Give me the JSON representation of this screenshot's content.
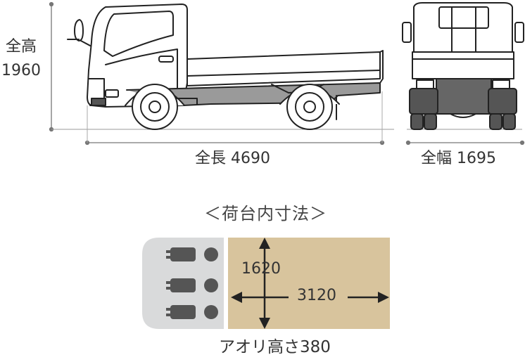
{
  "dimensions": {
    "height_title": "全高",
    "height_value": "1960",
    "length": "全長 4690",
    "width": "全幅 1695"
  },
  "cargo_bed": {
    "title": "＜荷台内寸法＞",
    "depth": "1620",
    "length": "3120",
    "gate_height": "アオリ高さ380"
  },
  "colors": {
    "line": "#222222",
    "tire": "#555555",
    "cab_area": "#d9dadb",
    "bed_area": "#d8c49d",
    "passenger_icon": "#555555",
    "dimension_line": "#666666"
  },
  "icons": {
    "passenger": "seated-person-icon",
    "arrow": "double-arrow-icon"
  }
}
